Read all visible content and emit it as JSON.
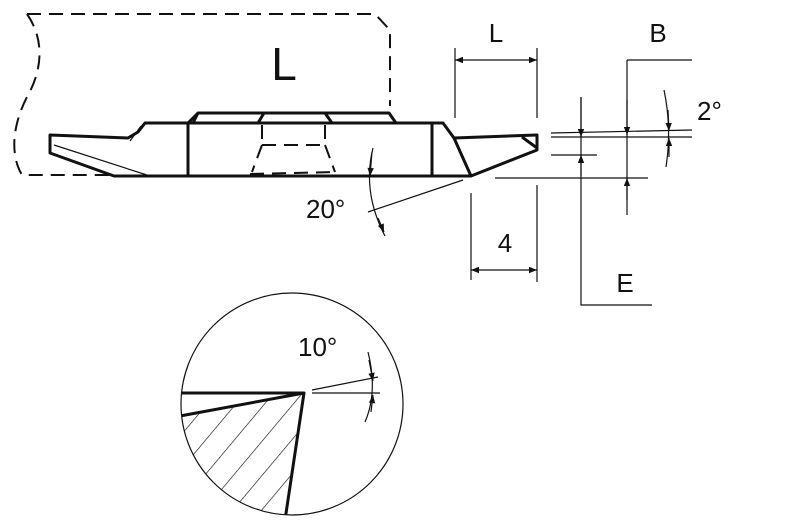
{
  "labels": {
    "holder_size": "L",
    "insert_length": "L",
    "B": "B",
    "E": "E",
    "clearance_angle": "2°",
    "side_angle": "20°",
    "width": "4",
    "rake_angle": "10°"
  }
}
